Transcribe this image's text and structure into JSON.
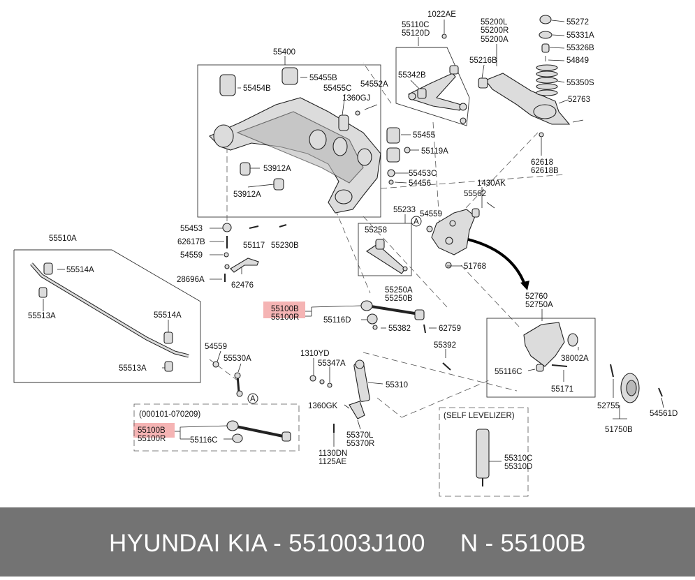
{
  "labels": {
    "l1022AE": "1022AE",
    "l55110C": "55110C",
    "l55120D": "55120D",
    "l55200L": "55200L",
    "l55200R": "55200R",
    "l55200A": "55200A",
    "l55272": "55272",
    "l55331A": "55331A",
    "l55326B": "55326B",
    "l54849": "54849",
    "l55350S": "55350S",
    "l52763": "52763",
    "l62618": "62618",
    "l62618B": "62618B",
    "l55400": "55400",
    "l55455B": "55455B",
    "l55454B": "55454B",
    "l55455C": "55455C",
    "l54552A": "54552A",
    "l1360GJ": "1360GJ",
    "l55342B": "55342B",
    "l55216B": "55216B",
    "l55455": "55455",
    "l55119A": "55119A",
    "l53912A_1": "53912A",
    "l53912A_2": "53912A",
    "l55453C": "55453C",
    "l54456": "54456",
    "l1430AK": "1430AK",
    "l55562": "55562",
    "l55233": "55233",
    "l54559_1": "54559",
    "l55453": "55453",
    "l62617B": "62617B",
    "l55117": "55117",
    "l55230B": "55230B",
    "l54559_2": "54559",
    "l28696A": "28696A",
    "l62476": "62476",
    "l55258": "55258",
    "l55250A": "55250A",
    "l55250B": "55250B",
    "l51768": "51768",
    "l55510A": "55510A",
    "l55514A_1": "55514A",
    "l55513A_1": "55513A",
    "l55514A_2": "55514A",
    "l55513A_2": "55513A",
    "l54559_3": "54559",
    "l55530A": "55530A",
    "l55100B_1": "55100B",
    "l55100R_1": "55100R",
    "l55116D": "55116D",
    "l55382": "55382",
    "l62759": "62759",
    "l52760": "52760",
    "l52750A": "52750A",
    "l38002A": "38002A",
    "l55116C_1": "55116C",
    "l55171": "55171",
    "l55392": "55392",
    "l1310YD": "1310YD",
    "l55347A": "55347A",
    "l55310": "55310",
    "l1360GK": "1360GK",
    "l55370L": "55370L",
    "l55370R": "55370R",
    "l1130DN": "1130DN",
    "l1125AE": "1125AE",
    "l000101": "(000101-070209)",
    "l55100B_2": "55100B",
    "l55100R_2": "55100R",
    "l55116C_2": "55116C",
    "lSelfLev": "(SELF LEVELIZER)",
    "l55310C": "55310C",
    "l55310D": "55310D",
    "l52755": "52755",
    "l17750B": "51750B",
    "l54561D": "54561D",
    "calloutA1": "A",
    "calloutA2": "A"
  },
  "footer": {
    "text": "HYUNDAI KIA - 551003J100     N - 55100B"
  },
  "colors": {
    "highlight": "#f29b9b",
    "footer_bg": "#737373",
    "footer_text": "#ffffff"
  }
}
